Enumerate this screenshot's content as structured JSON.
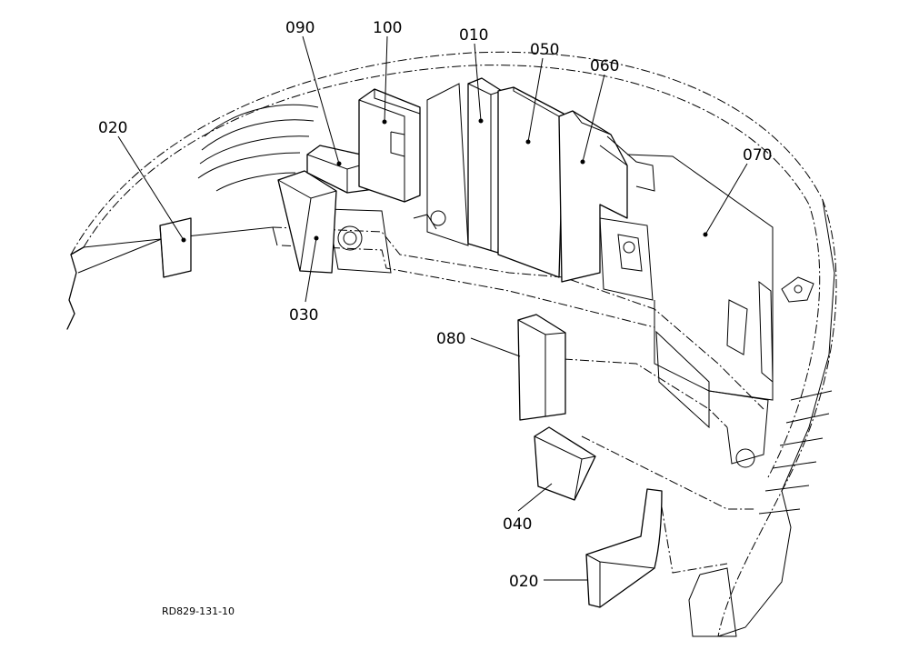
{
  "figure_code": "RD829-131-10",
  "callouts": [
    {
      "id": "c020a",
      "label": "020"
    },
    {
      "id": "c030",
      "label": "030"
    },
    {
      "id": "c090",
      "label": "090"
    },
    {
      "id": "c100",
      "label": "100"
    },
    {
      "id": "c010",
      "label": "010"
    },
    {
      "id": "c050",
      "label": "050"
    },
    {
      "id": "c060",
      "label": "060"
    },
    {
      "id": "c070",
      "label": "070"
    },
    {
      "id": "c080",
      "label": "080"
    },
    {
      "id": "c040",
      "label": "040"
    },
    {
      "id": "c020b",
      "label": "020"
    }
  ]
}
